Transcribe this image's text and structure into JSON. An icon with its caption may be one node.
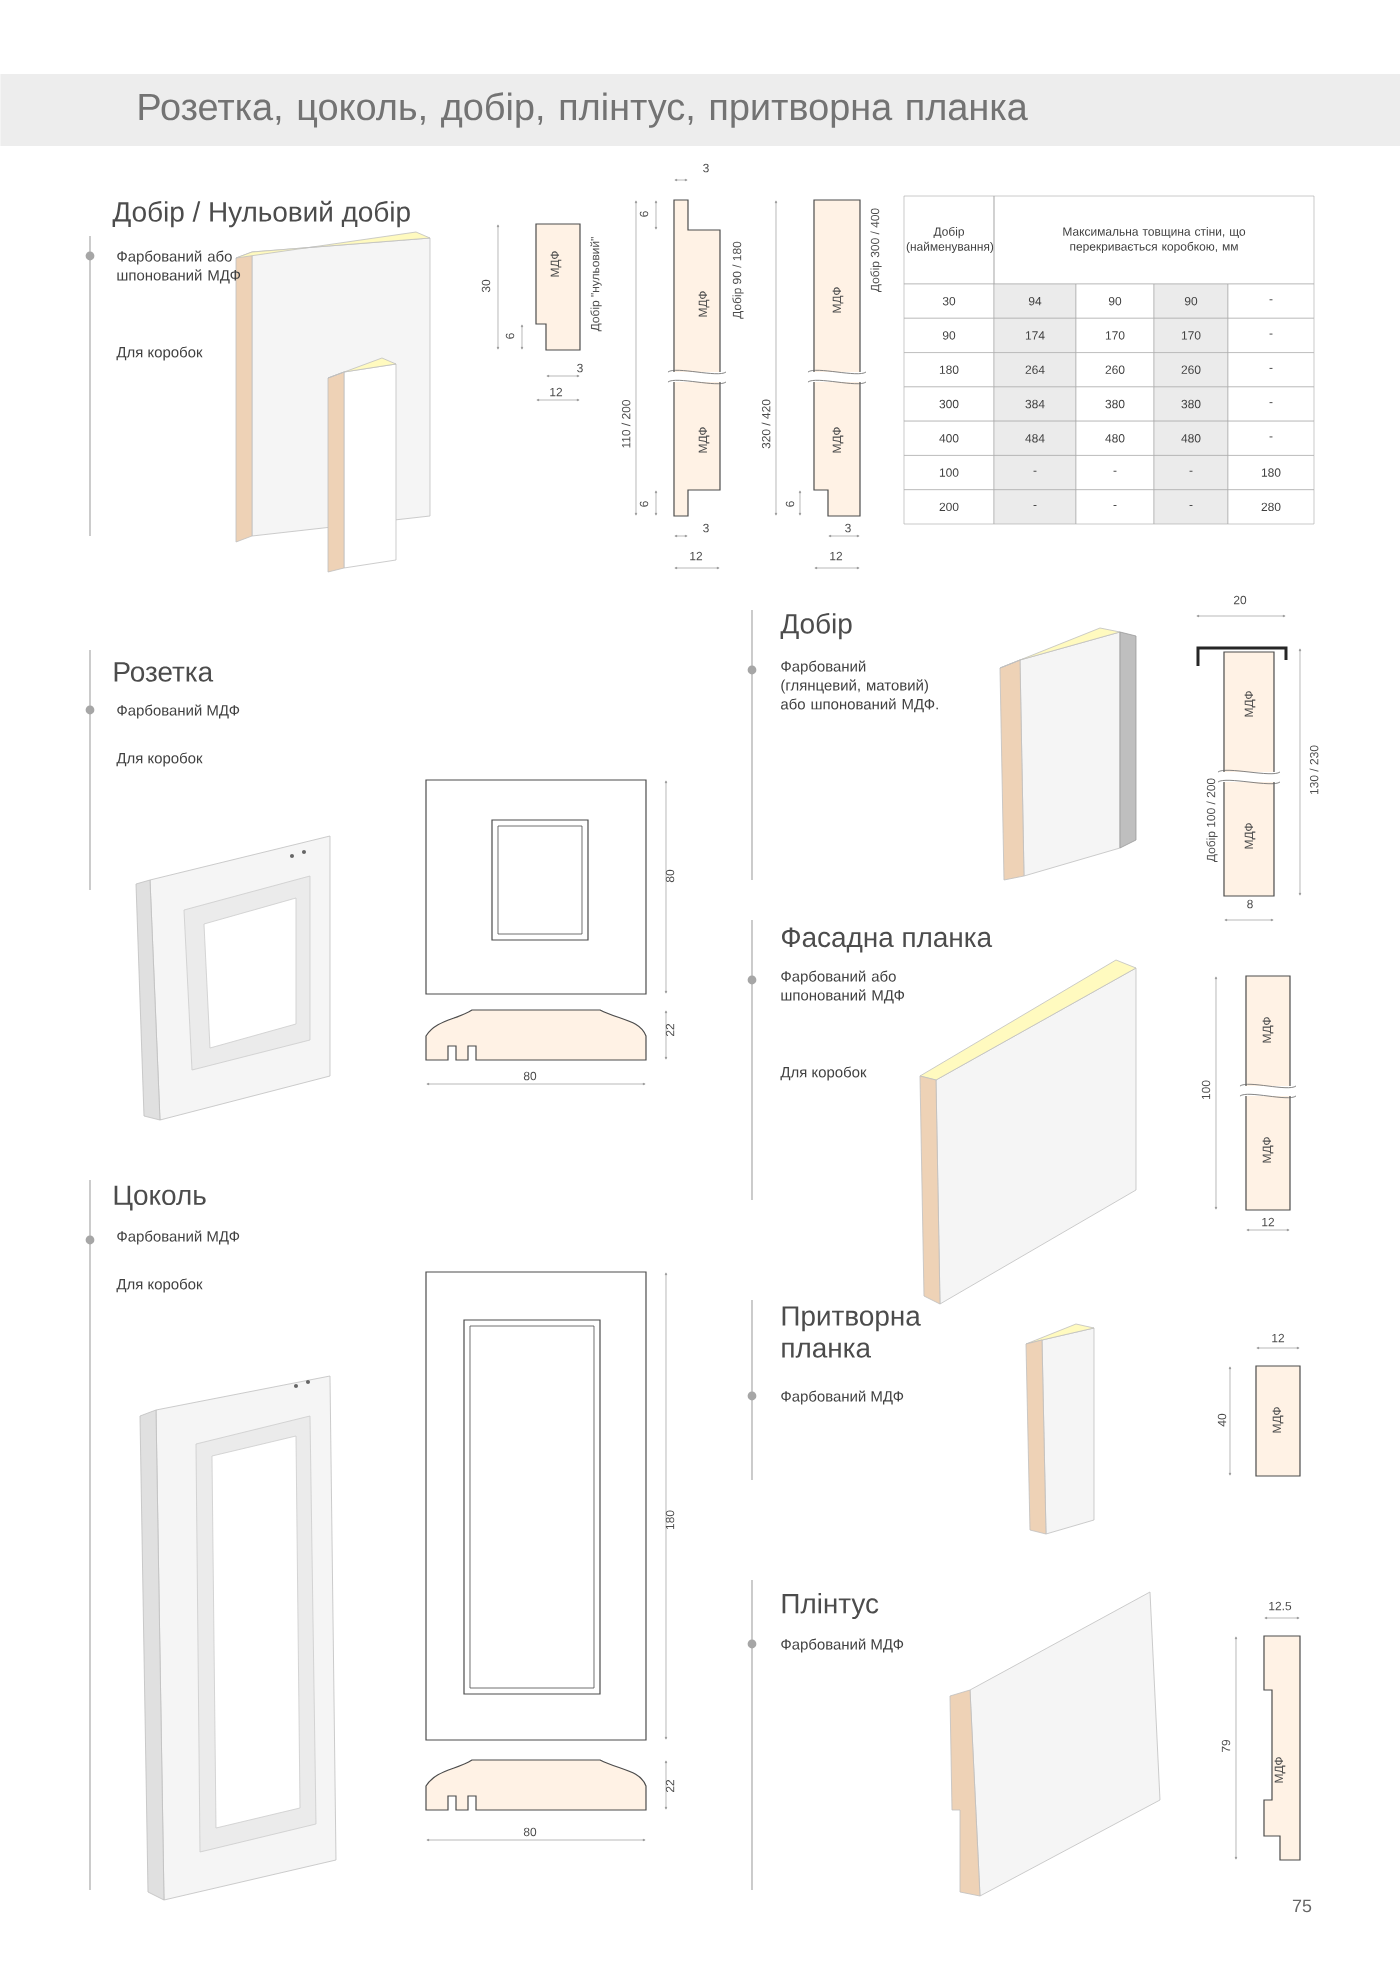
{
  "diagram": {
    "title": "Розетка, цоколь, добір, плінтус, притворна планка",
    "labels": [
      "Добір / Нульовий добір",
      "Фарбований або шпонований МДФ",
      "Для коробок",
      "30",
      "МДФ",
      "6",
      "3",
      "12",
      "Добір \"нульовий\"",
      "3",
      "6",
      "МДФ",
      "Добір 90 / 180",
      "110 / 200",
      "МДФ",
      "6",
      "3",
      "12",
      "МДФ",
      "Добір 300 / 400",
      "320 / 420",
      "МДФ",
      "6",
      "3",
      "12",
      "Добір (найменування)",
      "Максимальна товщина стіни, що перекривається коробкою, мм",
      "30",
      "94",
      "90",
      "90",
      "-",
      "90",
      "174",
      "170",
      "170",
      "-",
      "180",
      "264",
      "260",
      "260",
      "-",
      "300",
      "384",
      "380",
      "380",
      "-",
      "400",
      "484",
      "480",
      "480",
      "-",
      "100",
      "-",
      "-",
      "-",
      "180",
      "200",
      "-",
      "-",
      "-",
      "280",
      "Добір",
      "Фарбований (глянцевий, матовий) або шпонований МДФ.",
      "20",
      "МДФ",
      "МДФ",
      "Добір 100 / 200",
      "130 / 230",
      "8",
      "Фасадна планка",
      "Фарбований або шпонований МДФ",
      "Для коробок",
      "МДФ",
      "100",
      "МДФ",
      "12",
      "Розетка",
      "Фарбований МДФ",
      "Для коробок",
      "80",
      "22",
      "80",
      "Цоколь",
      "Фарбований МДФ",
      "Для коробок",
      "180",
      "22",
      "80",
      "Притворна планка",
      "Фарбований МДФ",
      "12",
      "40",
      "МДФ",
      "Плінтус",
      "Фарбований МДФ",
      "12.5",
      "79",
      "МДФ",
      "75"
    ]
  }
}
